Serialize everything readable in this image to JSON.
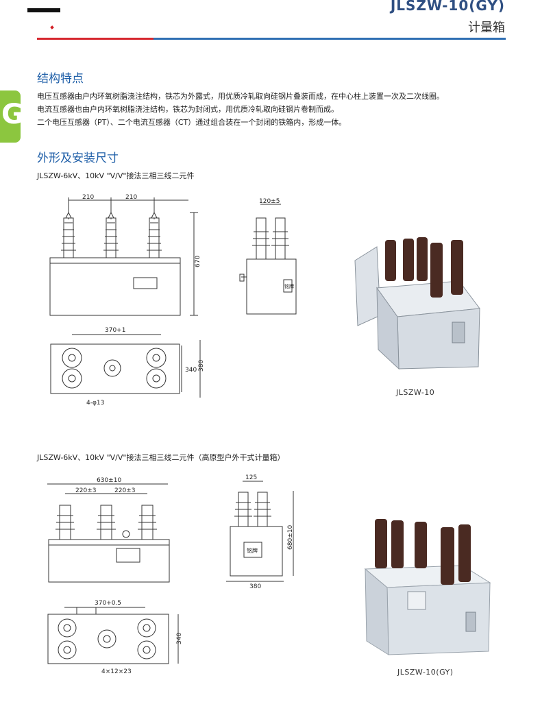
{
  "header": {
    "model": "JLSZW-10(GY)",
    "subtitle": "计量箱"
  },
  "side_tab": {
    "letter": "G"
  },
  "structure": {
    "title": "结构特点",
    "lines": [
      "电压互感器由户内环氧树脂浇注结构，铁芯为外露式，用优质冷轧取向硅钢片叠装而成，在中心柱上装置一次及二次线圈。",
      "电流互感器也由户内环氧树脂浇注结构，铁芯为封闭式，用优质冷轧取向硅钢片卷制而成。",
      "二个电压互感器（PT）、二个电流互感器（CT）通过组合装在一个封闭的铁箱内，形成一体。"
    ]
  },
  "dimensions": {
    "title": "外形及安装尺寸",
    "sub1": "JLSZW-6kV、10kV \"V/V\"接法三相三线二元件",
    "sub2": "JLSZW-6kV、10kV \"V/V\"接法三相三线二元件（高原型户外干式计量箱）"
  },
  "drawing1": {
    "front_dim_a": "210",
    "front_dim_b": "210",
    "front_height": "670",
    "side_dim_top": "120±5",
    "nameplate": "铭牌",
    "top_dim": "370+1",
    "top_dim_inner": "340",
    "top_dim_outer": "380",
    "holes": "4-φ13"
  },
  "drawing2": {
    "front_overall": "630±10",
    "front_dim_a": "220±3",
    "front_dim_b": "220±3",
    "side_dim_top": "125",
    "side_height": "680±10",
    "side_width": "380",
    "nameplate": "铭牌",
    "top_dim": "370+0.5",
    "top_dim_side": "340",
    "holes": "4×12×23"
  },
  "photos": {
    "caption1": "JLSZW-10",
    "caption2": "JLSZW-10(GY)"
  },
  "colors": {
    "title_blue": "#1f5fa8",
    "rule_red": "#d6262e",
    "rule_blue": "#2f6fb3",
    "tab_green": "#8cc63f",
    "insulator_brown": "#4a2a22",
    "box_gray": "#dfe4ea"
  }
}
